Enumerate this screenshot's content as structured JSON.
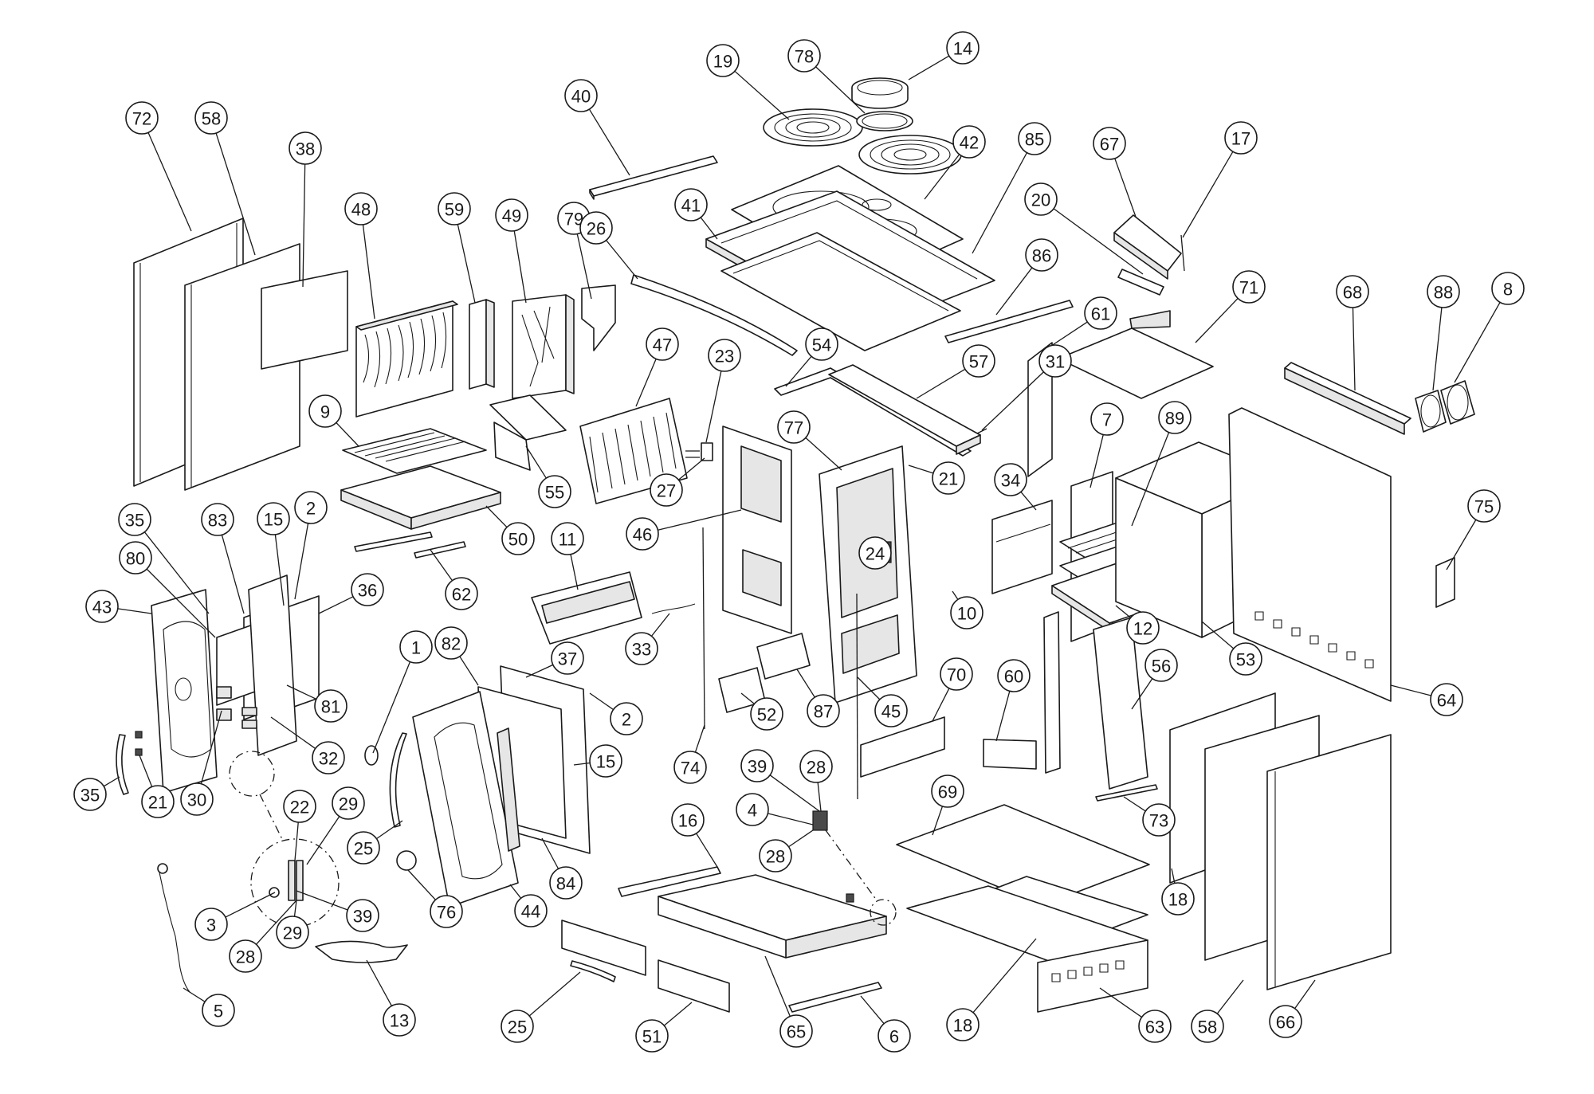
{
  "callouts": [
    {
      "label": "72"
    },
    {
      "label": "58"
    },
    {
      "label": "38"
    },
    {
      "label": "48"
    },
    {
      "label": "59"
    },
    {
      "label": "49"
    },
    {
      "label": "79"
    },
    {
      "label": "26"
    },
    {
      "label": "40"
    },
    {
      "label": "19"
    },
    {
      "label": "78"
    },
    {
      "label": "14"
    },
    {
      "label": "41"
    },
    {
      "label": "42"
    },
    {
      "label": "85"
    },
    {
      "label": "67"
    },
    {
      "label": "17"
    },
    {
      "label": "20"
    },
    {
      "label": "86"
    },
    {
      "label": "71"
    },
    {
      "label": "68"
    },
    {
      "label": "88"
    },
    {
      "label": "8"
    },
    {
      "label": "61"
    },
    {
      "label": "54"
    },
    {
      "label": "57"
    },
    {
      "label": "31"
    },
    {
      "label": "47"
    },
    {
      "label": "23"
    },
    {
      "label": "9"
    },
    {
      "label": "55"
    },
    {
      "label": "27"
    },
    {
      "label": "77"
    },
    {
      "label": "21"
    },
    {
      "label": "34"
    },
    {
      "label": "7"
    },
    {
      "label": "89"
    },
    {
      "label": "75"
    },
    {
      "label": "50"
    },
    {
      "label": "46"
    },
    {
      "label": "11"
    },
    {
      "label": "35"
    },
    {
      "label": "83"
    },
    {
      "label": "15"
    },
    {
      "label": "2"
    },
    {
      "label": "80"
    },
    {
      "label": "36"
    },
    {
      "label": "62"
    },
    {
      "label": "24"
    },
    {
      "label": "10"
    },
    {
      "label": "12"
    },
    {
      "label": "53"
    },
    {
      "label": "43"
    },
    {
      "label": "1"
    },
    {
      "label": "82"
    },
    {
      "label": "37"
    },
    {
      "label": "33"
    },
    {
      "label": "70"
    },
    {
      "label": "60"
    },
    {
      "label": "56"
    },
    {
      "label": "64"
    },
    {
      "label": "2"
    },
    {
      "label": "81"
    },
    {
      "label": "52"
    },
    {
      "label": "87"
    },
    {
      "label": "45"
    },
    {
      "label": "32"
    },
    {
      "label": "15"
    },
    {
      "label": "74"
    },
    {
      "label": "35"
    },
    {
      "label": "21"
    },
    {
      "label": "30"
    },
    {
      "label": "25"
    },
    {
      "label": "39"
    },
    {
      "label": "28"
    },
    {
      "label": "4"
    },
    {
      "label": "73"
    },
    {
      "label": "22"
    },
    {
      "label": "29"
    },
    {
      "label": "16"
    },
    {
      "label": "69"
    },
    {
      "label": "84"
    },
    {
      "label": "28"
    },
    {
      "label": "76"
    },
    {
      "label": "44"
    },
    {
      "label": "18"
    },
    {
      "label": "3"
    },
    {
      "label": "39"
    },
    {
      "label": "28"
    },
    {
      "label": "29"
    },
    {
      "label": "5"
    },
    {
      "label": "13"
    },
    {
      "label": "25"
    },
    {
      "label": "51"
    },
    {
      "label": "65"
    },
    {
      "label": "6"
    },
    {
      "label": "18"
    },
    {
      "label": "63"
    },
    {
      "label": "58"
    },
    {
      "label": "66"
    }
  ]
}
